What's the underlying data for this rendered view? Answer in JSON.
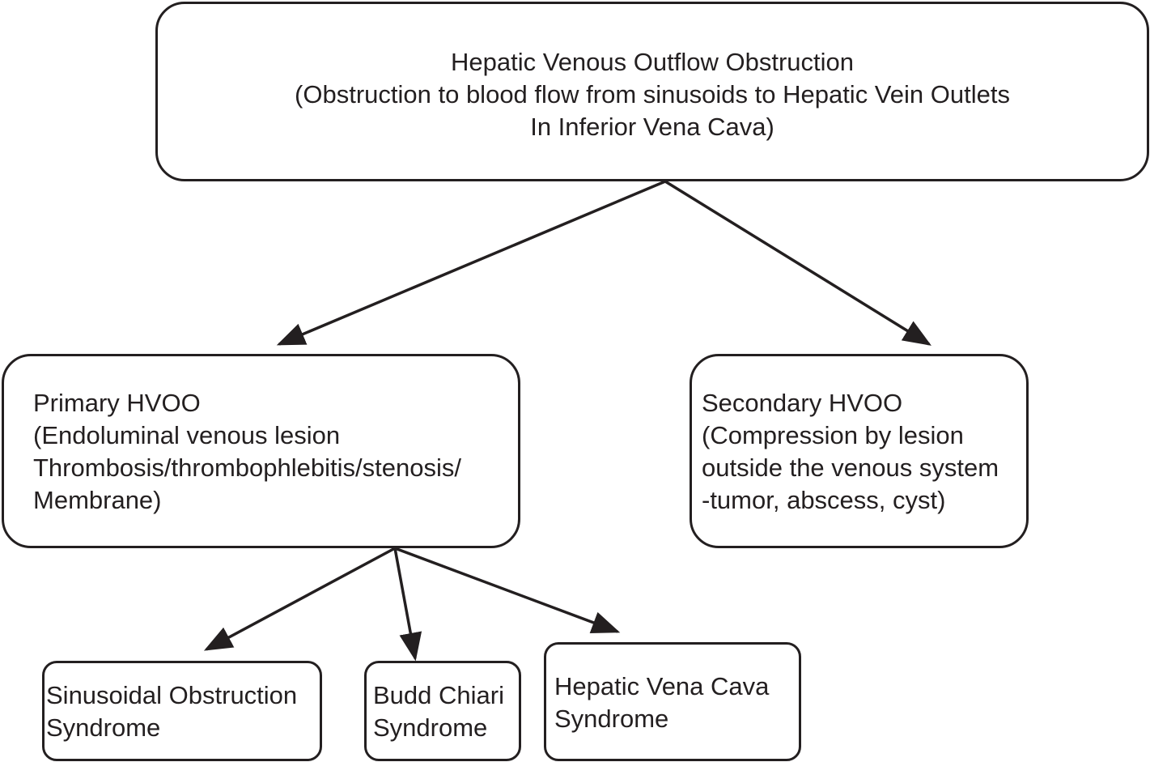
{
  "root": {
    "lines": [
      "Hepatic Venous Outflow Obstruction",
      "(Obstruction to blood flow from sinusoids to Hepatic Vein Outlets",
      "In Inferior Vena Cava)"
    ]
  },
  "primary": {
    "lines": [
      "Primary HVOO",
      "(Endoluminal venous lesion",
      "Thrombosis/thrombophlebitis/stenosis/",
      "Membrane)"
    ]
  },
  "secondary": {
    "lines": [
      "Secondary HVOO",
      "(Compression by lesion",
      "outside the venous system",
      "-tumor, abscess, cyst)"
    ]
  },
  "leaves": {
    "sinusoidal": [
      "Sinusoidal Obstruction",
      "Syndrome"
    ],
    "budd_chiari": [
      "Budd Chiari",
      "Syndrome"
    ],
    "hepatic_vena_cava": [
      "Hepatic Vena Cava",
      "Syndrome"
    ]
  },
  "colors": {
    "line": "#231f20",
    "background": "#ffffff"
  }
}
